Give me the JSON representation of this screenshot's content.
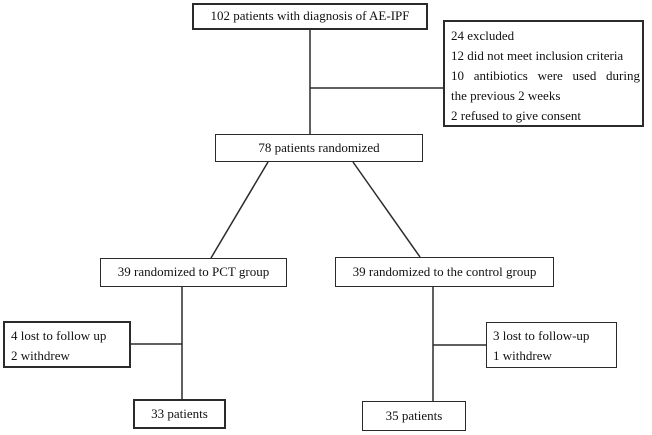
{
  "figure": {
    "type": "patient-flow-diagram",
    "colors": {
      "background": "#ffffff",
      "line": "#2b2b2b",
      "text": "#111111"
    },
    "nodes": {
      "enrolled": {
        "label": "102 patients with diagnosis of AE-IPF"
      },
      "excluded": {
        "lines": [
          "24 excluded",
          "12 did not meet inclusion criteria",
          "10 antibiotics were used during",
          "the previous 2 weeks",
          "2 refused to give consent"
        ]
      },
      "randomized": {
        "label": "78 patients randomized"
      },
      "pct_group": {
        "label": "39 randomized to PCT group"
      },
      "control_group": {
        "label": "39 randomized to the control group"
      },
      "pct_attrition": {
        "lines": [
          "4 lost to follow up",
          "2 withdrew"
        ]
      },
      "control_attrition": {
        "lines": [
          "3 lost to follow-up",
          "1 withdrew"
        ]
      },
      "pct_completed": {
        "label": "33 patients"
      },
      "control_completed": {
        "label": "35 patients"
      }
    }
  }
}
